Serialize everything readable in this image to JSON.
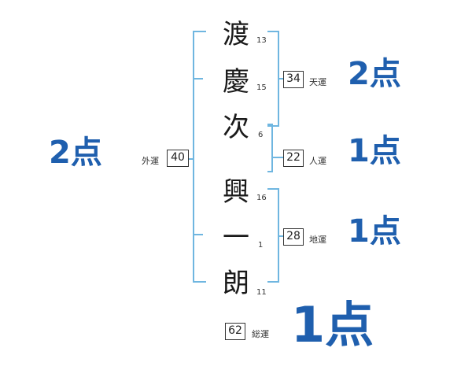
{
  "characters": [
    {
      "char": "渡",
      "strokes": "13"
    },
    {
      "char": "慶",
      "strokes": "15"
    },
    {
      "char": "次",
      "strokes": "6"
    },
    {
      "char": "興",
      "strokes": "16"
    },
    {
      "char": "一",
      "strokes": "1"
    },
    {
      "char": "朗",
      "strokes": "11"
    }
  ],
  "fortunes": {
    "tenkaku": {
      "label": "天運",
      "value": "34",
      "score": "2点"
    },
    "jinkaku": {
      "label": "人運",
      "value": "22",
      "score": "1点"
    },
    "chikaku": {
      "label": "地運",
      "value": "28",
      "score": "1点"
    },
    "gaikaku": {
      "label": "外運",
      "value": "40",
      "score": "2点"
    },
    "soukaku": {
      "label": "総運",
      "value": "62",
      "score": "1点"
    }
  },
  "colors": {
    "bracket": "#6fb6e0",
    "score": "#1f5fae"
  }
}
